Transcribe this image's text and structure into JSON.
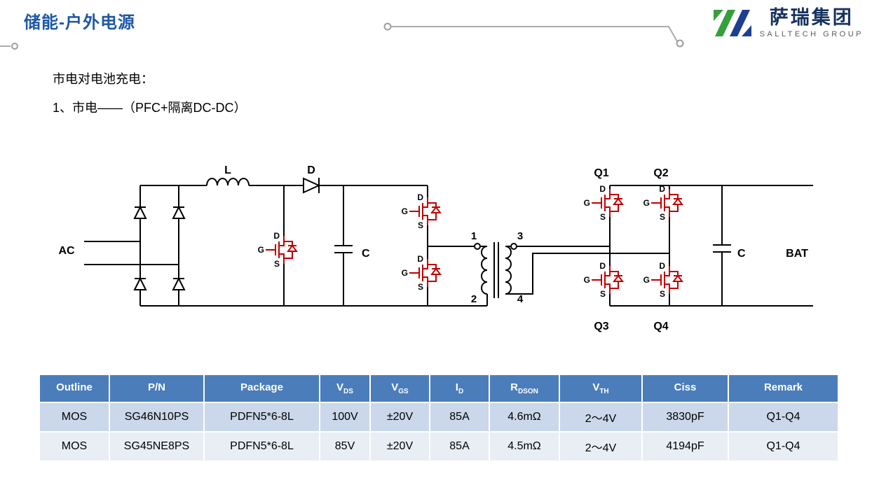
{
  "header": {
    "title": "储能-户外电源",
    "logo": {
      "name_cn": "萨瑞集团",
      "name_en": "SALLTECH GROUP"
    }
  },
  "intro": {
    "line1": "市电对电池充电：",
    "line2": "1、市电——（PFC+隔离DC-DC）"
  },
  "circuit": {
    "labels": {
      "ac": "AC",
      "inductor": "L",
      "boost_diode": "D",
      "bus_cap": "C",
      "out_cap": "C",
      "battery": "BAT",
      "q1": "Q1",
      "q2": "Q2",
      "q3": "Q3",
      "q4": "Q4",
      "xfmr_pin1": "1",
      "xfmr_pin2": "2",
      "xfmr_pin3": "3",
      "xfmr_pin4": "4"
    },
    "mosfet_pins": {
      "gate": "G",
      "drain": "D",
      "source": "S"
    },
    "mosfet_color": "#C00000"
  },
  "table": {
    "headers": [
      {
        "base": "Outline",
        "sub": ""
      },
      {
        "base": "P/N",
        "sub": ""
      },
      {
        "base": "Package",
        "sub": ""
      },
      {
        "base": "V",
        "sub": "DS"
      },
      {
        "base": "V",
        "sub": "GS"
      },
      {
        "base": "I",
        "sub": "D"
      },
      {
        "base": "R",
        "sub": "DSON"
      },
      {
        "base": "V",
        "sub": "TH"
      },
      {
        "base": "Ciss",
        "sub": ""
      },
      {
        "base": "Remark",
        "sub": ""
      }
    ],
    "rows": [
      [
        "MOS",
        "SG46N10PS",
        "PDFN5*6-8L",
        "100V",
        "±20V",
        "85A",
        "4.6mΩ",
        "2～4V",
        "3830pF",
        "Q1-Q4"
      ],
      [
        "MOS",
        "SG45NE8PS",
        "PDFN5*6-8L",
        "85V",
        "±20V",
        "85A",
        "4.5mΩ",
        "2～4V",
        "4194pF",
        "Q1-Q4"
      ]
    ]
  },
  "colors": {
    "title": "#1D57A6",
    "table_header_bg": "#4B7DBB",
    "row_odd_bg": "#CBD7EA",
    "row_even_bg": "#E9EDF4",
    "mosfet": "#C00000",
    "logo_green": "#33A03C",
    "logo_blue": "#1C3F94"
  }
}
